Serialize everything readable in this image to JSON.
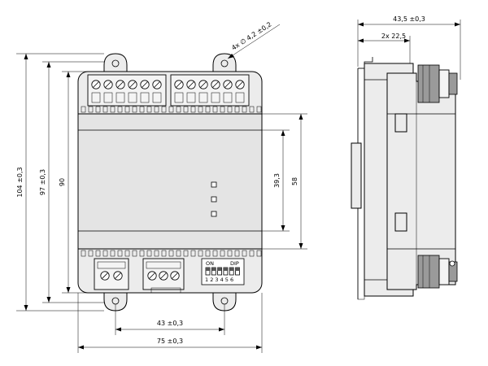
{
  "dimensions": {
    "overall_height": "104 ±0,3",
    "body_height": "97 ±0,3",
    "housing_height": "90",
    "window_height": "39,3",
    "front_height": "58",
    "hole_spacing": "43 ±0,3",
    "overall_width": "75 ±0,3",
    "hole_note": "4x ∅ 4,2 ±0,2",
    "side_depth": "43,5 ±0,3",
    "side_step": "2x 22,5"
  },
  "dip_switch": {
    "on_label": "ON",
    "dip_label": "DIP",
    "numbers": "1 2 3 4 5 6"
  }
}
